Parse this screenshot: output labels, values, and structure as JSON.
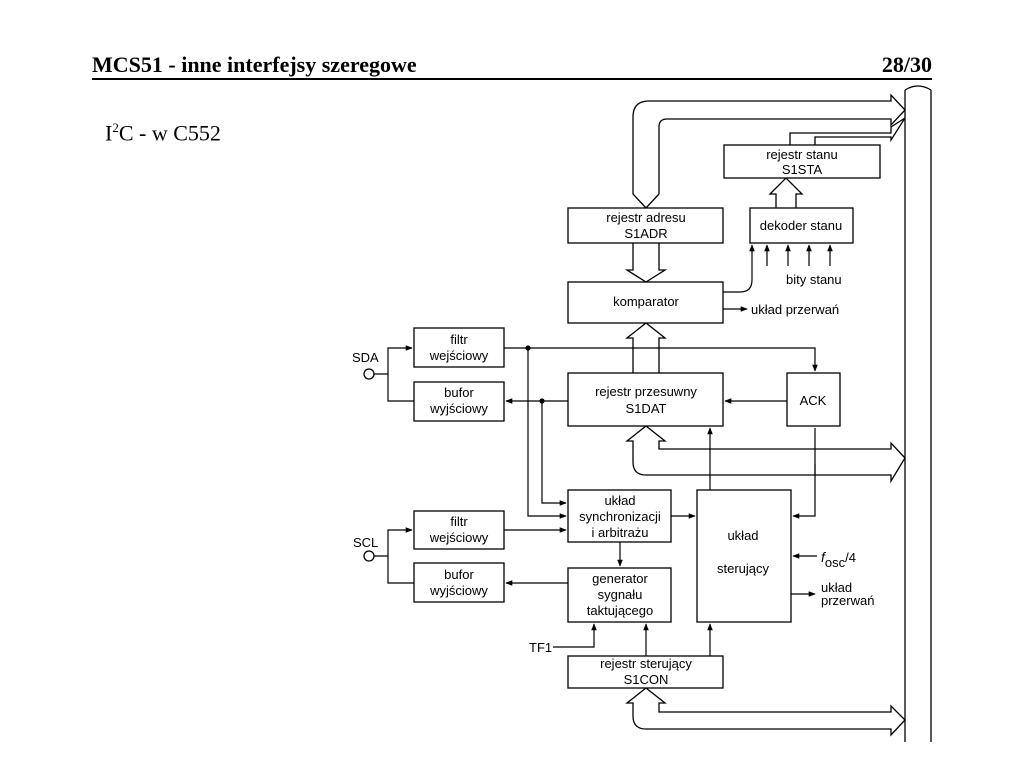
{
  "header": {
    "title": "MCS51 - inne interfejsy szeregowe",
    "page": "28/30"
  },
  "subtitle": {
    "prefix": "I",
    "sup": "2",
    "rest": "C - w C552"
  },
  "diagram": {
    "blocks": {
      "s1sta": [
        "rejestr stanu",
        "S1STA"
      ],
      "s1adr": [
        "rejestr adresu",
        "S1ADR"
      ],
      "dekoder": [
        "dekoder stanu"
      ],
      "komparator": [
        "komparator"
      ],
      "filtr_sda": [
        "filtr",
        "wejściowy"
      ],
      "bufor_sda": [
        "bufor",
        "wyjściowy"
      ],
      "s1dat": [
        "rejestr przesuwny",
        "S1DAT"
      ],
      "ack": [
        "ACK"
      ],
      "sync": [
        "układ",
        "synchronizacji",
        "i arbitrażu"
      ],
      "filtr_scl": [
        "filtr",
        "wejściowy"
      ],
      "bufor_scl": [
        "bufor",
        "wyjściowy"
      ],
      "generator": [
        "generator",
        "sygnału",
        "taktującego"
      ],
      "sterujacy": [
        "układ",
        "sterujący"
      ],
      "s1con": [
        "rejestr sterujący",
        "S1CON"
      ]
    },
    "labels": {
      "sda": "SDA",
      "scl": "SCL",
      "tf1": "TF1",
      "bity_stanu": "bity stanu",
      "przerwan1": "układ przerwań",
      "fosc_f": "f",
      "fosc_sub": "osc",
      "fosc_div": "/4",
      "przerwan2_a": "układ",
      "przerwan2_b": "przerwań"
    }
  }
}
